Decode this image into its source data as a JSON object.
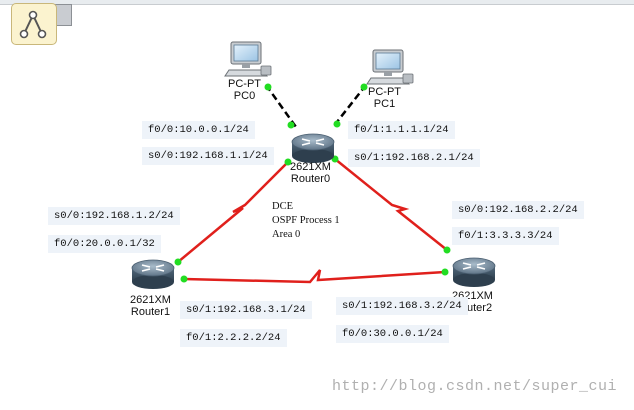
{
  "pc0": {
    "type": "PC-PT",
    "name": "PC0"
  },
  "pc1": {
    "type": "PC-PT",
    "name": "PC1"
  },
  "router0": {
    "model": "2621XM",
    "name": "Router0"
  },
  "router1": {
    "model": "2621XM",
    "name": "Router1"
  },
  "router2": {
    "model": "2621XM",
    "name": "Router2"
  },
  "notes": {
    "r0_f00": "f0/0:10.0.0.1/24",
    "r0_s00": "s0/0:192.168.1.1/24",
    "r0_f01": "f0/1:1.1.1.1/24",
    "r0_s01": "s0/1:192.168.2.1/24",
    "r1_s00": "s0/0:192.168.1.2/24",
    "r1_f00": "f0/0:20.0.0.1/32",
    "r1_s01": "s0/1:192.168.3.1/24",
    "r1_f01": "f0/1:2.2.2.2/24",
    "r2_s00": "s0/0:192.168.2.2/24",
    "r2_f01": "f0/1:3.3.3.3/24",
    "r2_s01": "s0/1:192.168.3.2/24",
    "r2_f00": "f0/0:30.0.0.1/24"
  },
  "center": {
    "line1": "DCE",
    "line2": "OSPF Process 1",
    "line3": "Area 0"
  },
  "watermark": "http://blog.csdn.net/super_cui",
  "colors": {
    "serial_link": "#e0201c",
    "ethernet_link": "#000000",
    "port_up": "#22dd22"
  }
}
